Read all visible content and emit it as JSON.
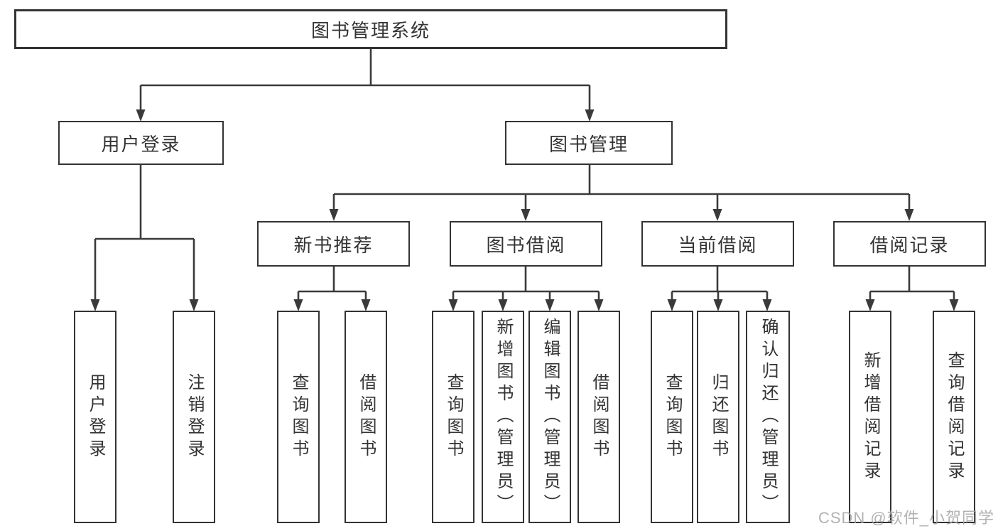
{
  "colors": {
    "background": "#ffffff",
    "line": "#3a3a3a",
    "box_border": "#333333",
    "text": "#333333",
    "watermark": "#a4a4a4"
  },
  "diagram": {
    "type": "hierarchy-tree",
    "root": {
      "label": "图书管理系统"
    },
    "branches": [
      {
        "label": "用户登录",
        "leaves": [
          "用户登录",
          "注销登录"
        ]
      },
      {
        "label": "图书管理",
        "groups": [
          {
            "label": "新书推荐",
            "leaves": [
              "查询图书",
              "借阅图书"
            ]
          },
          {
            "label": "图书借阅",
            "leaves": [
              "查询图书",
              "新增图书（管理员）",
              "编辑图书（管理员）",
              "借阅图书"
            ]
          },
          {
            "label": "当前借阅",
            "leaves": [
              "查询图书",
              "归还图书",
              "确认归还（管理员）"
            ]
          },
          {
            "label": "借阅记录",
            "leaves": [
              "新增借阅记录",
              "查询借阅记录"
            ]
          }
        ]
      }
    ]
  },
  "watermark": {
    "text": "CSDN @软件_小贺同学"
  }
}
